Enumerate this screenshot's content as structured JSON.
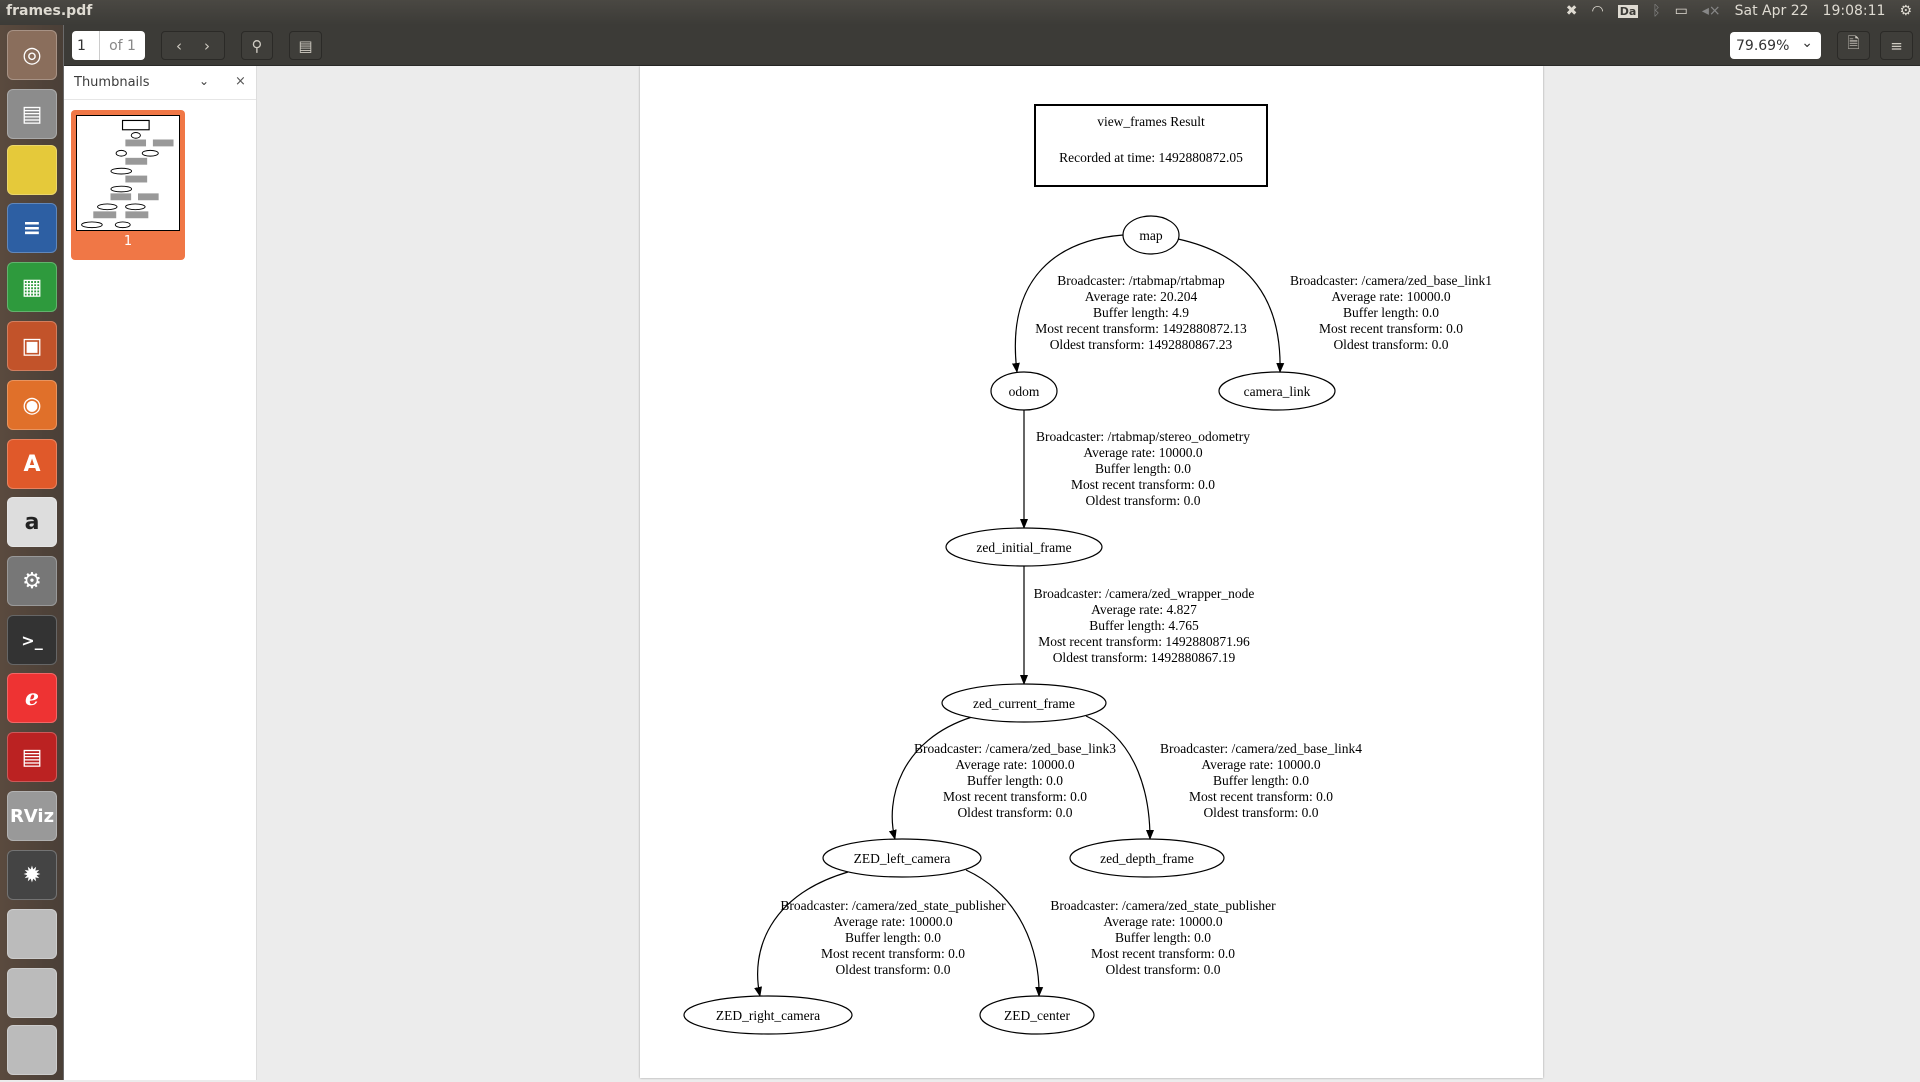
{
  "window": {
    "title": "frames.pdf"
  },
  "tray": {
    "date": "Sat Apr 22",
    "time": "19:08:11",
    "keyboard": "Da"
  },
  "toolbar": {
    "page_current": "1",
    "page_total": "of 1",
    "zoom": "79.69%"
  },
  "sidebar": {
    "title": "Thumbnails",
    "thumbnail_label": "1"
  },
  "graph": {
    "title": "view_frames Result",
    "recorded": "Recorded at time: 1492880872.05",
    "nodes": [
      "map",
      "odom",
      "camera_link",
      "zed_initial_frame",
      "zed_current_frame",
      "ZED_left_camera",
      "zed_depth_frame",
      "ZED_right_camera",
      "ZED_center"
    ],
    "edges": [
      [
        "Broadcaster: /rtabmap/rtabmap",
        "Average rate: 20.204",
        "Buffer length: 4.9",
        "Most recent transform: 1492880872.13",
        "Oldest transform: 1492880867.23"
      ],
      [
        "Broadcaster: /camera/zed_base_link1",
        "Average rate: 10000.0",
        "Buffer length: 0.0",
        "Most recent transform: 0.0",
        "Oldest transform: 0.0"
      ],
      [
        "Broadcaster: /rtabmap/stereo_odometry",
        "Average rate: 10000.0",
        "Buffer length: 0.0",
        "Most recent transform: 0.0",
        "Oldest transform: 0.0"
      ],
      [
        "Broadcaster: /camera/zed_wrapper_node",
        "Average rate: 4.827",
        "Buffer length: 4.765",
        "Most recent transform: 1492880871.96",
        "Oldest transform: 1492880867.19"
      ],
      [
        "Broadcaster: /camera/zed_base_link3",
        "Average rate: 10000.0",
        "Buffer length: 0.0",
        "Most recent transform: 0.0",
        "Oldest transform: 0.0"
      ],
      [
        "Broadcaster: /camera/zed_base_link4",
        "Average rate: 10000.0",
        "Buffer length: 0.0",
        "Most recent transform: 0.0",
        "Oldest transform: 0.0"
      ],
      [
        "Broadcaster: /camera/zed_state_publisher",
        "Average rate: 10000.0",
        "Buffer length: 0.0",
        "Most recent transform: 0.0",
        "Oldest transform: 0.0"
      ],
      [
        "Broadcaster: /camera/zed_state_publisher",
        "Average rate: 10000.0",
        "Buffer length: 0.0",
        "Most recent transform: 0.0",
        "Oldest transform: 0.0"
      ]
    ]
  }
}
